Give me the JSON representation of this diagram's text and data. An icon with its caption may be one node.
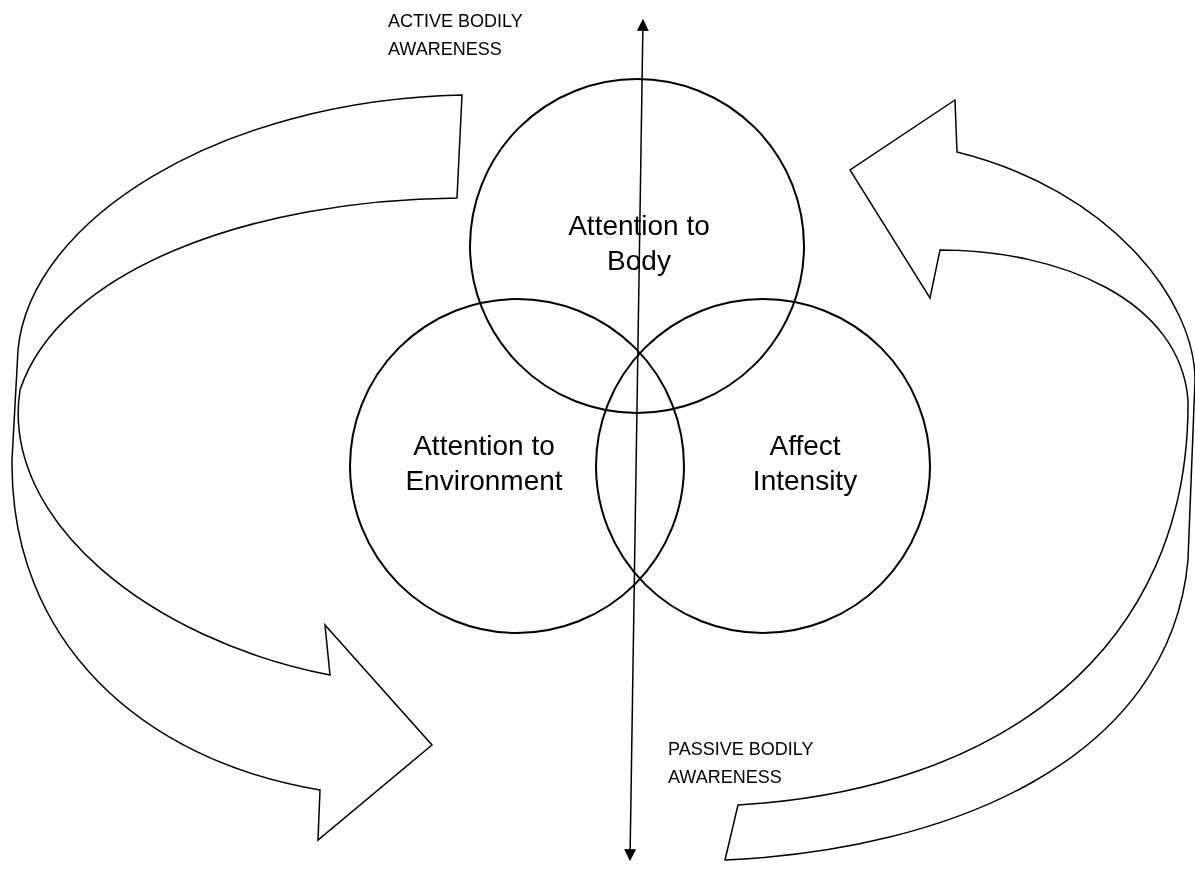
{
  "diagram": {
    "nodes": [
      {
        "text": [
          "Attention to Body"
        ]
      },
      {
        "text": [
          "Attention to Environment"
        ]
      },
      {
        "text": [
          "Affect Intensity"
        ]
      }
    ],
    "labels": [
      "ACTIVE BODILY AWARENESS",
      "PASSIVE BODILY AWARENESS"
    ]
  }
}
